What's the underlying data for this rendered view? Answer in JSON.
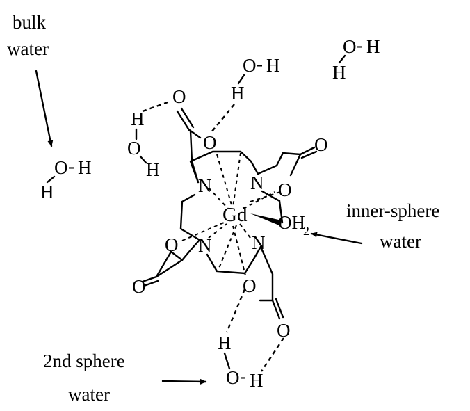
{
  "labels": {
    "bulk_line1": "bulk",
    "bulk_line2": "water",
    "inner_line1": "inner-sphere",
    "inner_line2": "water",
    "second_line1": "2nd sphere",
    "second_line2": "water"
  },
  "atoms": {
    "metal": "Gd",
    "nitrogen": "N",
    "oxygen": "O",
    "hydrogen": "H",
    "dash": "-",
    "aqua": "OH",
    "subscript_two": "2"
  },
  "colors": {
    "ink": "#000000",
    "background": "#ffffff"
  }
}
